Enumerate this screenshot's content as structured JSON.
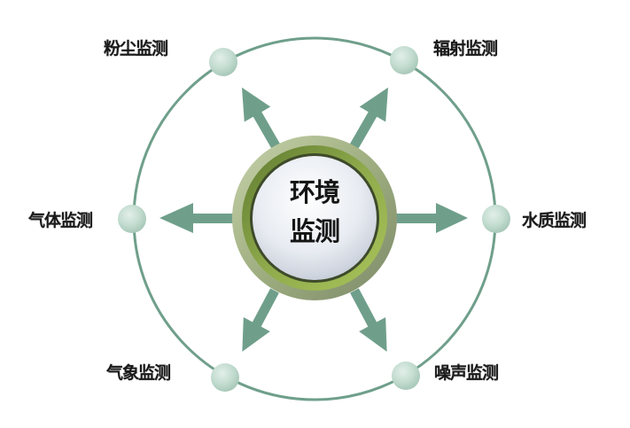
{
  "diagram": {
    "type": "radial-hub",
    "center": {
      "line1": "环境",
      "line2": "监测",
      "label": "环境监测"
    },
    "nodes": [
      {
        "id": "dust",
        "label": "粉尘监测",
        "position": "top-left"
      },
      {
        "id": "radiation",
        "label": "辐射监测",
        "position": "top-right"
      },
      {
        "id": "gas",
        "label": "气体监测",
        "position": "left"
      },
      {
        "id": "water",
        "label": "水质监测",
        "position": "right"
      },
      {
        "id": "weather",
        "label": "气象监测",
        "position": "bottom-left"
      },
      {
        "id": "noise",
        "label": "噪声监测",
        "position": "bottom-right"
      }
    ],
    "edges": [
      {
        "from": "环境监测",
        "to": "粉尘监测"
      },
      {
        "from": "环境监测",
        "to": "辐射监测"
      },
      {
        "from": "环境监测",
        "to": "气体监测"
      },
      {
        "from": "环境监测",
        "to": "水质监测"
      },
      {
        "from": "环境监测",
        "to": "气象监测"
      },
      {
        "from": "环境监测",
        "to": "噪声监测"
      }
    ],
    "colors": {
      "arrow": "#6f9f8b",
      "orbit": "#6f9f8b",
      "node_fill": "#c6ded3",
      "hub_outer": "#a9b98c",
      "hub_ring": "#7f9a46",
      "hub_inner": "#eceff4",
      "text": "#1a1a1a"
    }
  }
}
